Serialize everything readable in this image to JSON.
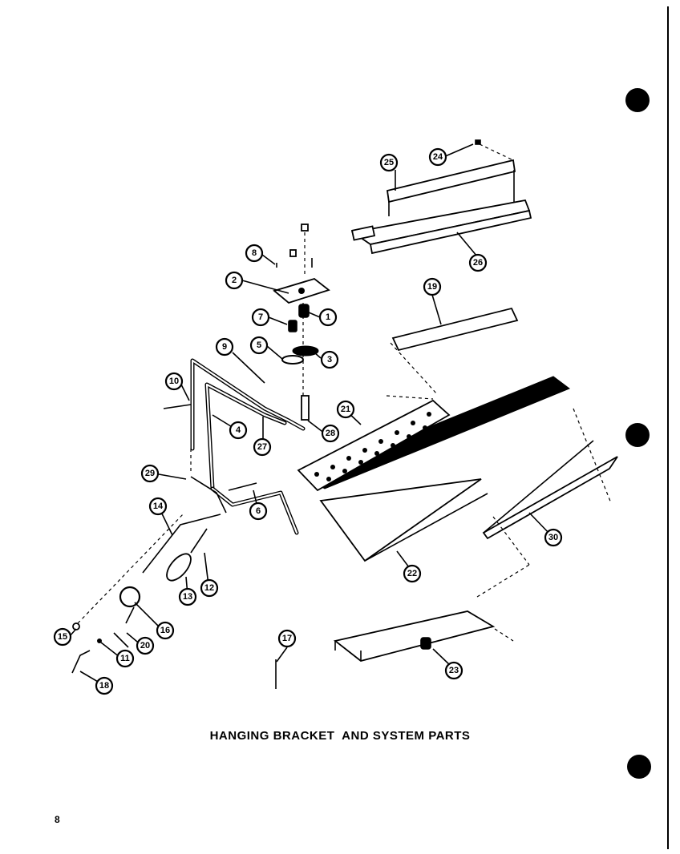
{
  "title": "HANGING BRACKET  AND SYSTEM PARTS",
  "page_number": "8",
  "callouts": [
    "1",
    "2",
    "3",
    "4",
    "5",
    "6",
    "7",
    "8",
    "9",
    "10",
    "11",
    "12",
    "13",
    "14",
    "15",
    "16",
    "17",
    "18",
    "19",
    "20",
    "21",
    "22",
    "23",
    "24",
    "25",
    "26",
    "27",
    "28",
    "29",
    "30"
  ]
}
